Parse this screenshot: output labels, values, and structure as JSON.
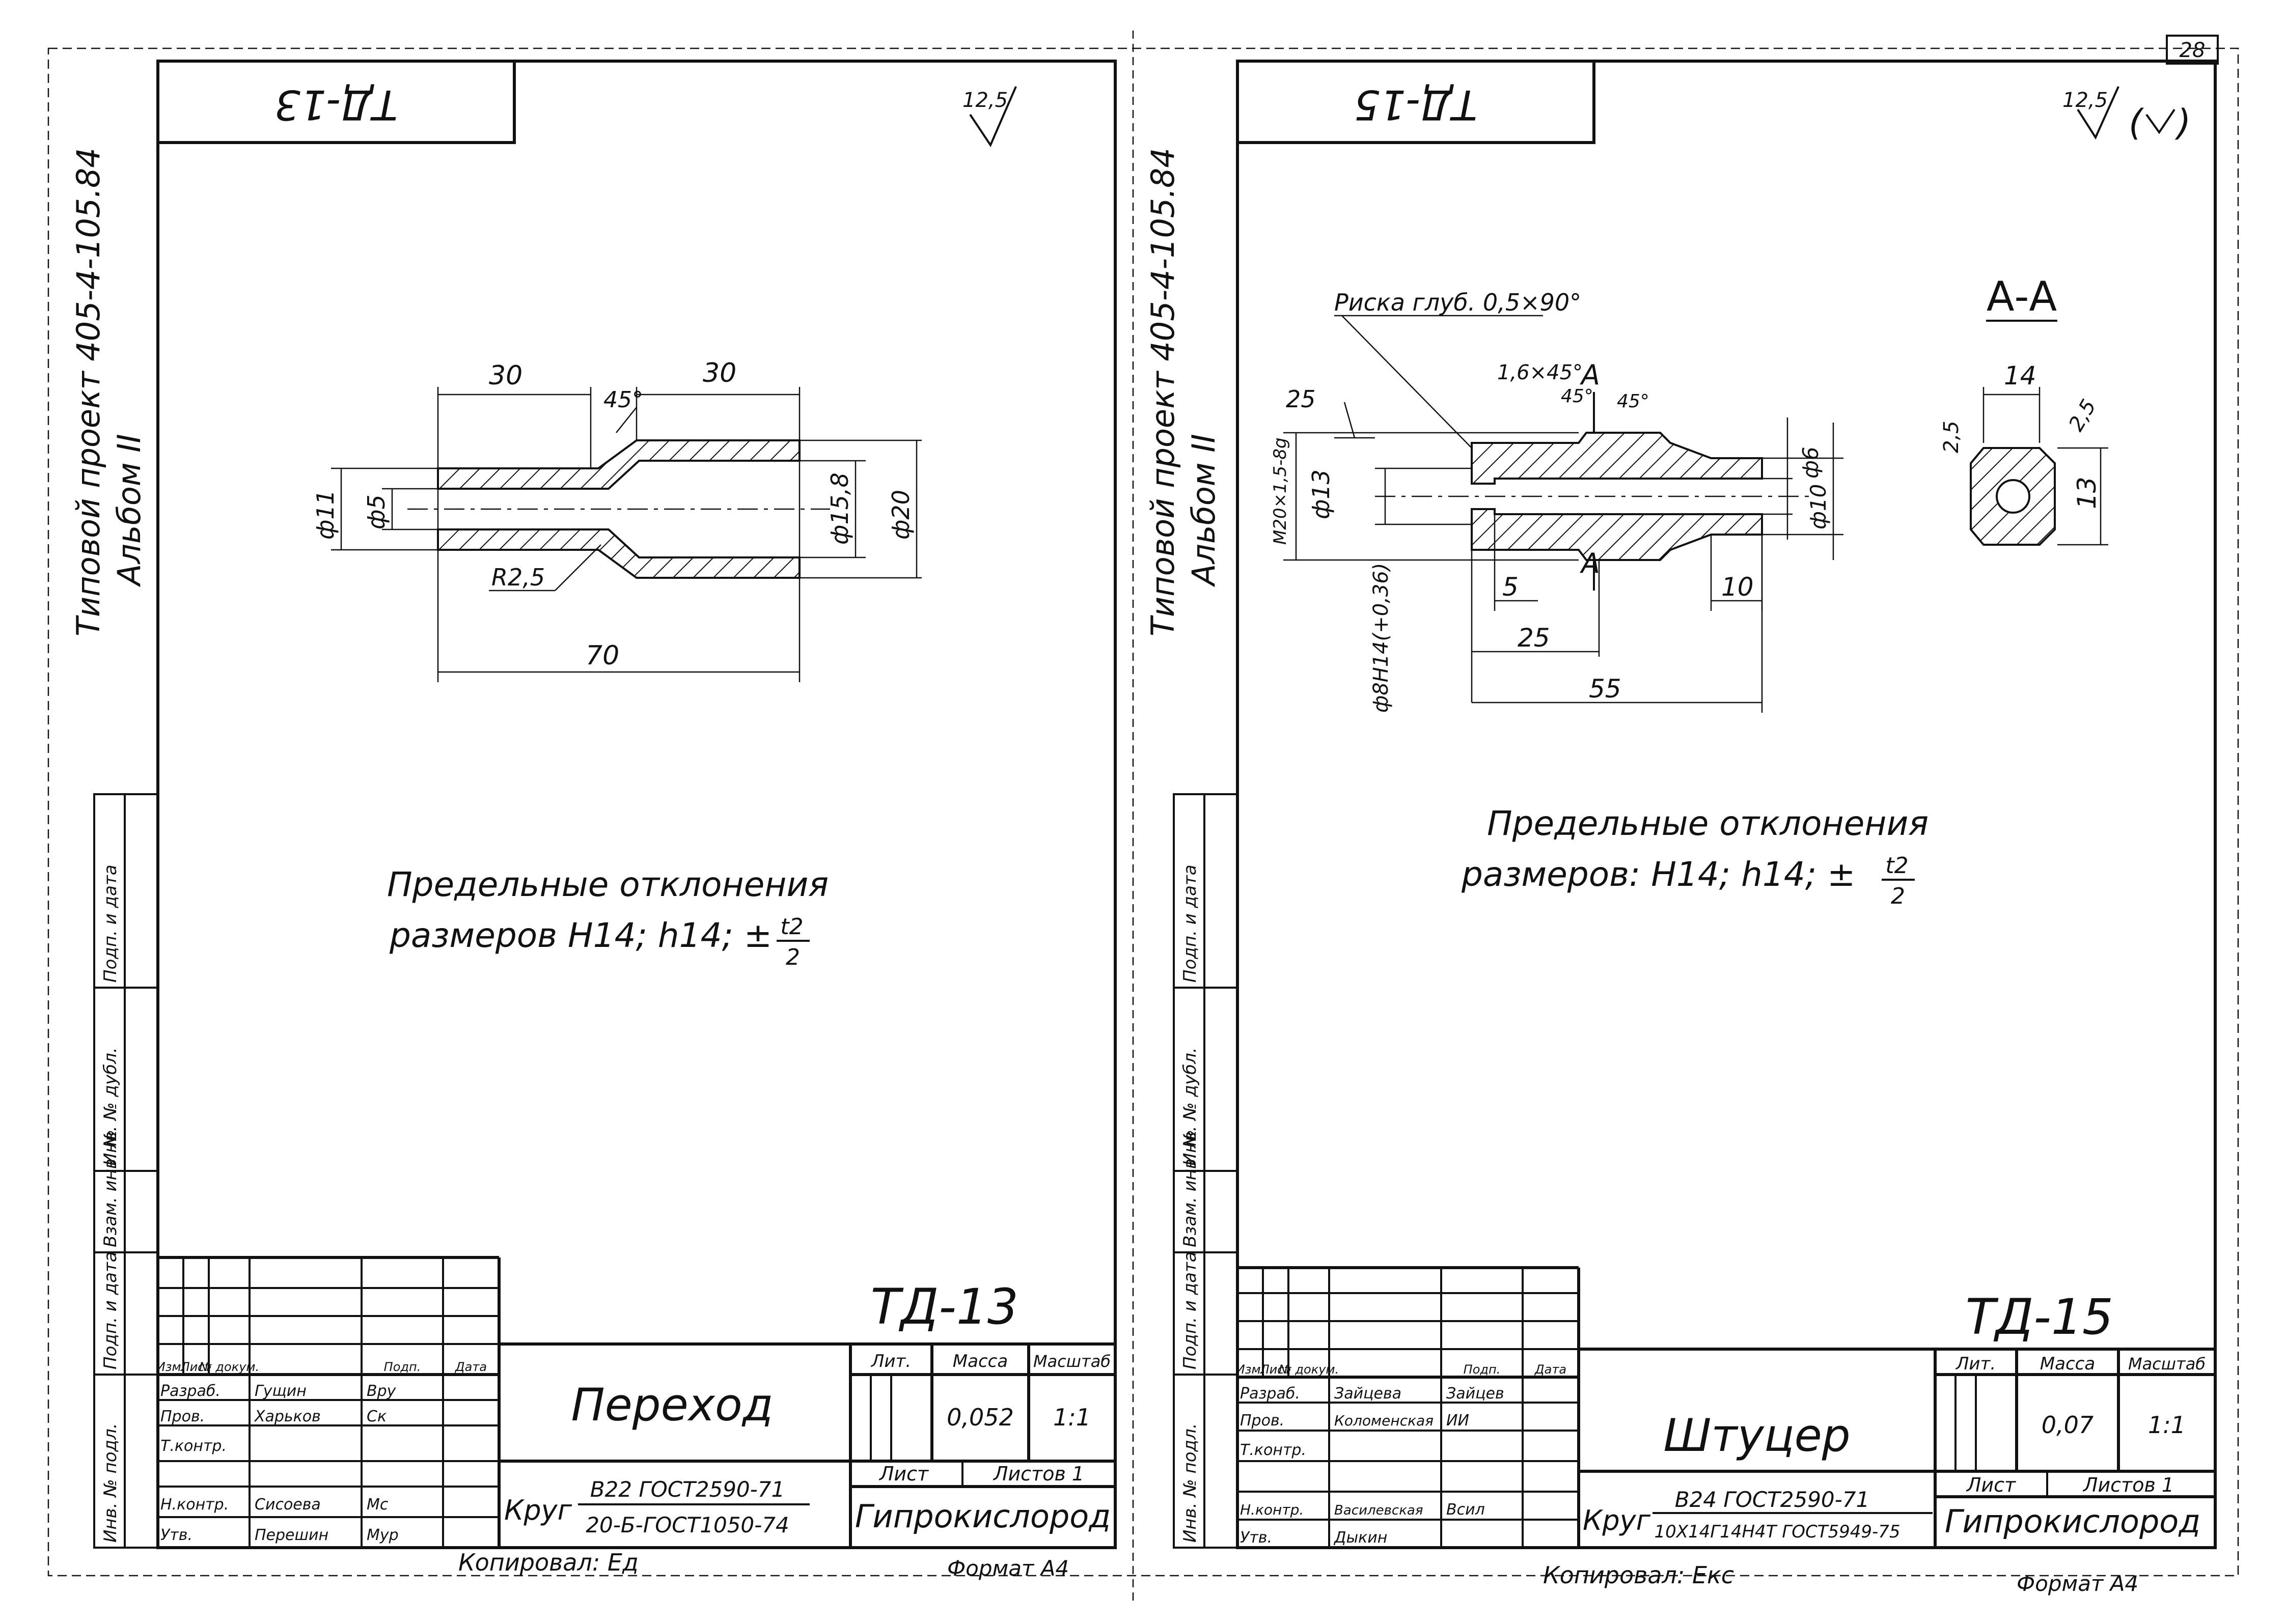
{
  "page_number": "28",
  "left_sheet": {
    "stamp": "ТД-13",
    "side_project": "Типовой проект 405-4-105.84",
    "side_album": "Альбом II",
    "roughness": "12,5",
    "dims": {
      "d11": "ф11",
      "d5": "ф5",
      "d15_8": "ф15,8",
      "d20": "ф20",
      "len30a": "30",
      "len30b": "30",
      "chamfer": "45°",
      "radius": "R2,5",
      "total": "70"
    },
    "note_line1": "Предельные отклонения",
    "note_line2": "размеров H14; h14; ±",
    "note_frac_num": "t2",
    "note_frac_den": "2",
    "margin_labels": [
      "Инв. № подл.",
      "Подп. и дата",
      "Взам. инв. №",
      "Инв. № дубл.",
      "Подп. и дата"
    ],
    "title_block": {
      "code": "ТД-13",
      "name": "Переход",
      "lit_label": "Лит.",
      "mass_label": "Масса",
      "scale_label": "Масштаб",
      "mass": "0,052",
      "scale": "1:1",
      "sheet_label": "Лист",
      "sheets_label": "Листов 1",
      "org": "Гипрокислород",
      "material_prefix": "Круг",
      "material_top": "В22 ГОСТ2590-71",
      "material_bottom": "20-Б-ГОСТ1050-74",
      "header": [
        "Изм.",
        "Лист",
        "№ докум.",
        "Подп.",
        "Дата"
      ],
      "rows": [
        {
          "role": "Разраб.",
          "name": "Гущин",
          "sign": "Вру"
        },
        {
          "role": "Пров.",
          "name": "Харьков",
          "sign": "Ск"
        },
        {
          "role": "Т.контр.",
          "name": "",
          "sign": ""
        },
        {
          "role": "Н.контр.",
          "name": "Сисоева",
          "sign": "Мс"
        },
        {
          "role": "Утв.",
          "name": "Перешин",
          "sign": "Мур"
        }
      ]
    },
    "copied": "Копировал: Ед",
    "format": "Формат А4"
  },
  "right_sheet": {
    "stamp": "ТД-15",
    "side_project": "Типовой проект 405-4-105.84",
    "side_album": "Альбом II",
    "roughness": "12,5",
    "section_label": "А-А",
    "risk_note": "Риска глуб. 0,5×90°",
    "dims": {
      "thread": "М20×1,5-8g",
      "d13": "ф13",
      "d8": "ф8Н14(+0,36)",
      "d6": "ф6",
      "d10": "ф10",
      "ch16": "1,6×45°",
      "a45a": "45°",
      "a45b": "45°",
      "a": "А",
      "rough25": "25",
      "len5": "5",
      "len25": "25",
      "len55": "55",
      "len10": "10",
      "sec14": "14",
      "sec25a": "2,5",
      "sec25b": "2,5",
      "sec13": "13"
    },
    "note_line1": "Предельные отклонения",
    "note_line2": "размеров: H14; h14; ±",
    "note_frac_num": "t2",
    "note_frac_den": "2",
    "margin_labels": [
      "Инв. № подл.",
      "Подп. и дата",
      "Взам. инв. №",
      "Инв. № дубл.",
      "Подп. и дата"
    ],
    "title_block": {
      "code": "ТД-15",
      "name": "Штуцер",
      "lit_label": "Лит.",
      "mass_label": "Масса",
      "scale_label": "Масштаб",
      "mass": "0,07",
      "scale": "1:1",
      "sheet_label": "Лист",
      "sheets_label": "Листов 1",
      "org": "Гипрокислород",
      "material_prefix": "Круг",
      "material_top": "В24 ГОСТ2590-71",
      "material_bottom": "10Х14Г14Н4Т ГОСТ5949-75",
      "header": [
        "Изм.",
        "Лист",
        "№ докум.",
        "Подп.",
        "Дата"
      ],
      "rows": [
        {
          "role": "Разраб.",
          "name": "Зайцева",
          "sign": "Зайцев"
        },
        {
          "role": "Пров.",
          "name": "Коломенская",
          "sign": "ИИ"
        },
        {
          "role": "Т.контр.",
          "name": "",
          "sign": ""
        },
        {
          "role": "Н.контр.",
          "name": "Василевская",
          "sign": "Всил"
        },
        {
          "role": "Утв.",
          "name": "Дыкин",
          "sign": ""
        }
      ]
    },
    "copied": "Копировал: Екс",
    "format": "Формат А4"
  }
}
